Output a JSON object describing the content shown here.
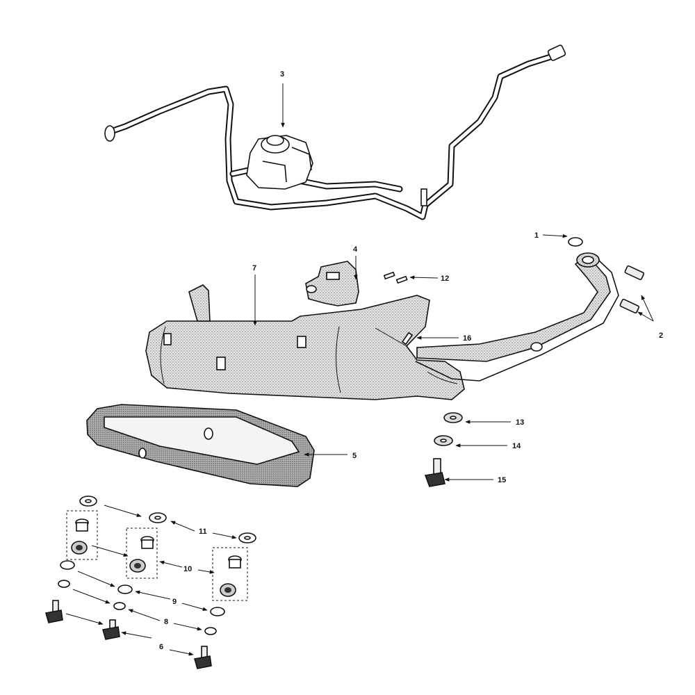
{
  "callouts": {
    "c1": "1",
    "c2": "2",
    "c3": "3",
    "c4": "4",
    "c5": "5",
    "c6": "6",
    "c7": "7",
    "c8": "8",
    "c9": "9",
    "c10": "10",
    "c11": "11",
    "c12": "12",
    "c13": "13",
    "c14": "14",
    "c15": "15",
    "c16": "16"
  },
  "colors": {
    "line": "#111111",
    "stipple": "#9a9a9a",
    "background": "#ffffff"
  }
}
